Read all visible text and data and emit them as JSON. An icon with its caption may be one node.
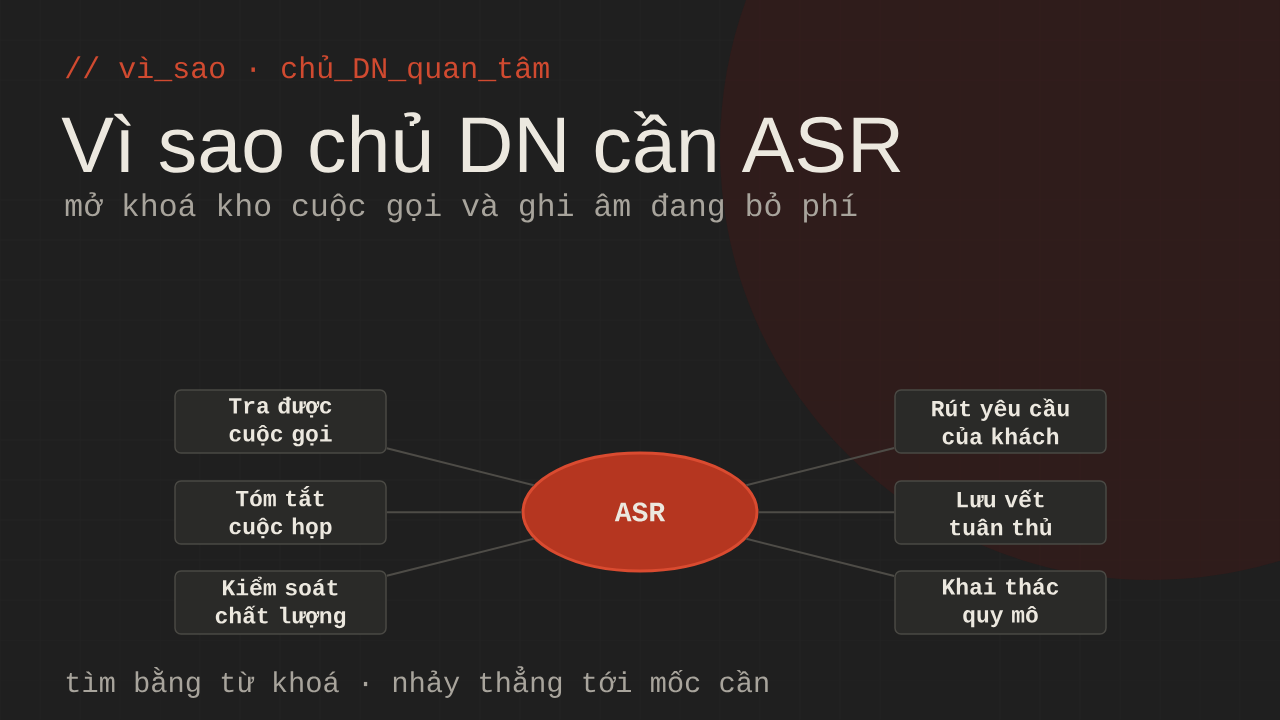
{
  "diagram": {
    "title": "Vì sao chủ DN cần ASR",
    "nodes": [
      {
        "text": [
          "ASR"
        ]
      },
      {
        "text": [
          "Tra được cuộc gọi"
        ]
      },
      {
        "text": [
          "Tóm tắt cuộc họp"
        ]
      },
      {
        "text": [
          "Kiểm soát chất lượng"
        ]
      },
      {
        "text": [
          "Rút yêu cầu của khách"
        ]
      },
      {
        "text": [
          "Lưu vết tuân thủ"
        ]
      },
      {
        "text": [
          "Khai thác quy mô"
        ]
      }
    ],
    "edges": [
      {
        "from": 0,
        "to": 1,
        "arrow": "none"
      },
      {
        "from": 0,
        "to": 2,
        "arrow": "none"
      },
      {
        "from": 0,
        "to": 3,
        "arrow": "none"
      },
      {
        "from": 0,
        "to": 4,
        "arrow": "none"
      },
      {
        "from": 0,
        "to": 5,
        "arrow": "none"
      },
      {
        "from": 0,
        "to": 6,
        "arrow": "none"
      }
    ],
    "labels": [
      "// vì_sao · chủ_DN_quan_tâm",
      "mở khoá kho cuộc gọi và ghi âm đang bỏ phí",
      "tìm bằng từ khoá · nhảy thẳng tới mốc cần"
    ]
  }
}
